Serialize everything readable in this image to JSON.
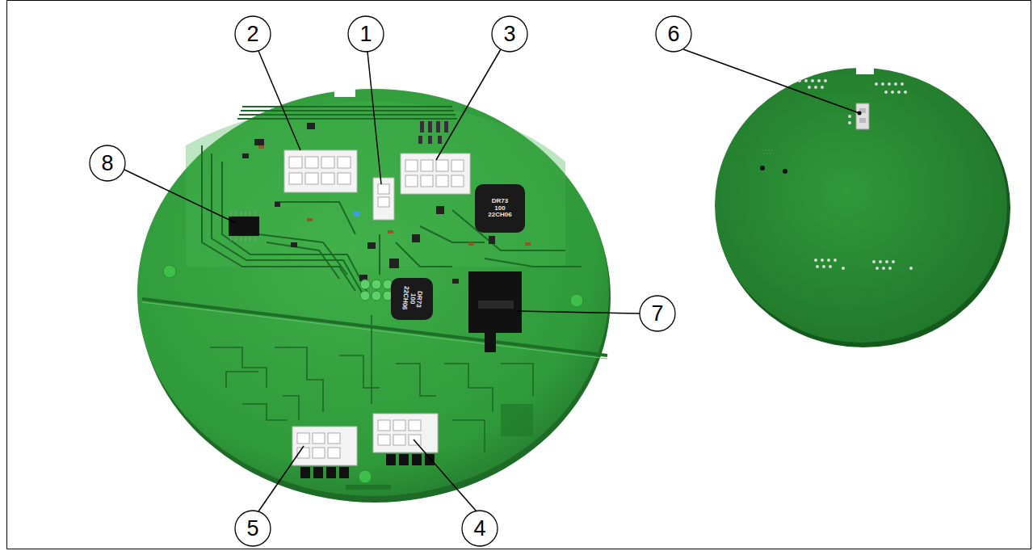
{
  "diagram": {
    "labels": [
      "2",
      "1",
      "3",
      "8",
      "6",
      "7",
      "5",
      "4",
      "DR73 100 22CH06",
      "DR73 100 22CH06"
    ]
  }
}
